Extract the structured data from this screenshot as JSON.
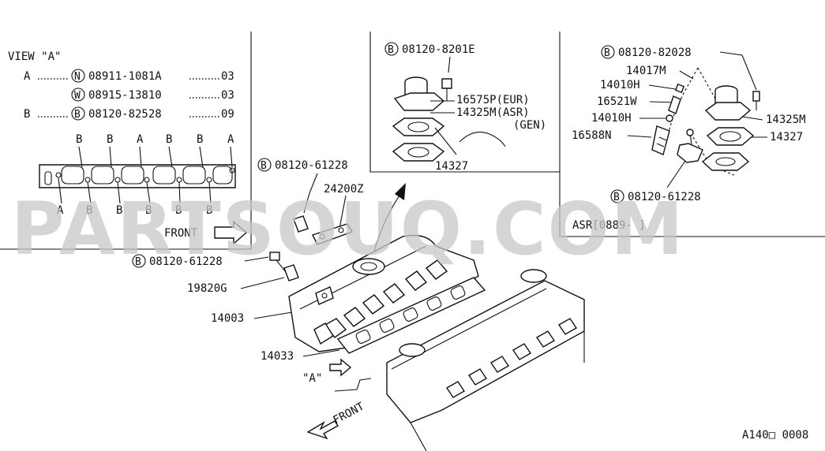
{
  "watermark": "PARTSOUQ.COM",
  "view_a": {
    "title": "VIEW \"A\"",
    "rows": [
      {
        "key": "A",
        "symbol": "N",
        "part": "08911-1081A",
        "qty": "03"
      },
      {
        "key": "",
        "symbol": "W",
        "part": "08915-13810",
        "qty": "03"
      },
      {
        "key": "B",
        "symbol": "B",
        "part": "08120-82528",
        "qty": "09"
      }
    ],
    "top_letters": [
      "B",
      "B",
      "A",
      "B",
      "B",
      "A"
    ],
    "bottom_letters": [
      "A",
      "B",
      "B",
      "B",
      "B",
      "B"
    ],
    "front_label": "FRONT"
  },
  "mid_inset": {
    "bolt": {
      "symbol": "B",
      "part": "08120-8201E"
    },
    "parts": [
      "16575P(EUR)",
      "14325M(ASR)",
      "(GEN)",
      "14327"
    ]
  },
  "right_inset": {
    "bolt_top": {
      "symbol": "B",
      "part": "08120-82028"
    },
    "parts": [
      "14017M",
      "14010H",
      "16521W",
      "14010H",
      "16588N",
      "14325M",
      "14327"
    ],
    "bolt_bottom": {
      "symbol": "B",
      "part": "08120-61228"
    },
    "note": "ASR[0889- ]"
  },
  "main": {
    "bolt_a": {
      "symbol": "B",
      "part": "08120-61228"
    },
    "bolt_b": {
      "symbol": "B",
      "part": "08120-61228"
    },
    "parts": [
      "24200Z",
      "19820G",
      "14003",
      "14033"
    ],
    "view_marker": "\"A\"",
    "front_label": "FRONT"
  },
  "ref_code": "A140□ 0008"
}
